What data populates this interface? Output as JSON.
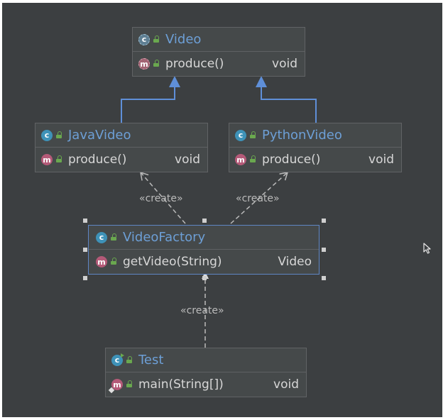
{
  "colors": {
    "background": "#3c3f41",
    "class_name": "#6d9fd6",
    "inheritance": "#5f8fd8",
    "dependency": "#bbbbbb",
    "class_badge": "#3e92b8",
    "method_badge": "#b45a78",
    "visibility_public": "#6aa84f",
    "selection": "#5f86c4"
  },
  "classes": {
    "video": {
      "name": "Video",
      "badge": "c",
      "badge_style": "abstract",
      "method": {
        "badge": "m",
        "badge_style": "abstract",
        "name": "produce()",
        "return_type": "void"
      }
    },
    "java_video": {
      "name": "JavaVideo",
      "badge": "c",
      "method": {
        "badge": "m",
        "name": "produce()",
        "return_type": "void"
      }
    },
    "python_video": {
      "name": "PythonVideo",
      "badge": "c",
      "method": {
        "badge": "m",
        "name": "produce()",
        "return_type": "void"
      }
    },
    "video_factory": {
      "name": "VideoFactory",
      "badge": "c",
      "selected": true,
      "method": {
        "badge": "m",
        "name": "getVideo(String)",
        "return_type": "Video"
      }
    },
    "test": {
      "name": "Test",
      "badge": "c",
      "badge_style": "runnable",
      "method": {
        "badge": "m",
        "badge_style": "static",
        "name": "main(String[])",
        "return_type": "void"
      }
    }
  },
  "relations": {
    "java_video_extends_video": {
      "kind": "generalization",
      "from": "JavaVideo",
      "to": "Video"
    },
    "python_video_extends_video": {
      "kind": "generalization",
      "from": "PythonVideo",
      "to": "Video"
    },
    "factory_creates_java": {
      "kind": "dependency",
      "from": "VideoFactory",
      "to": "JavaVideo",
      "label": "«create»"
    },
    "factory_creates_python": {
      "kind": "dependency",
      "from": "VideoFactory",
      "to": "PythonVideo",
      "label": "«create»"
    },
    "test_creates_factory": {
      "kind": "dependency",
      "from": "Test",
      "to": "VideoFactory",
      "label": "«create»"
    }
  },
  "cursor_icon": "mouse-pointer-icon"
}
